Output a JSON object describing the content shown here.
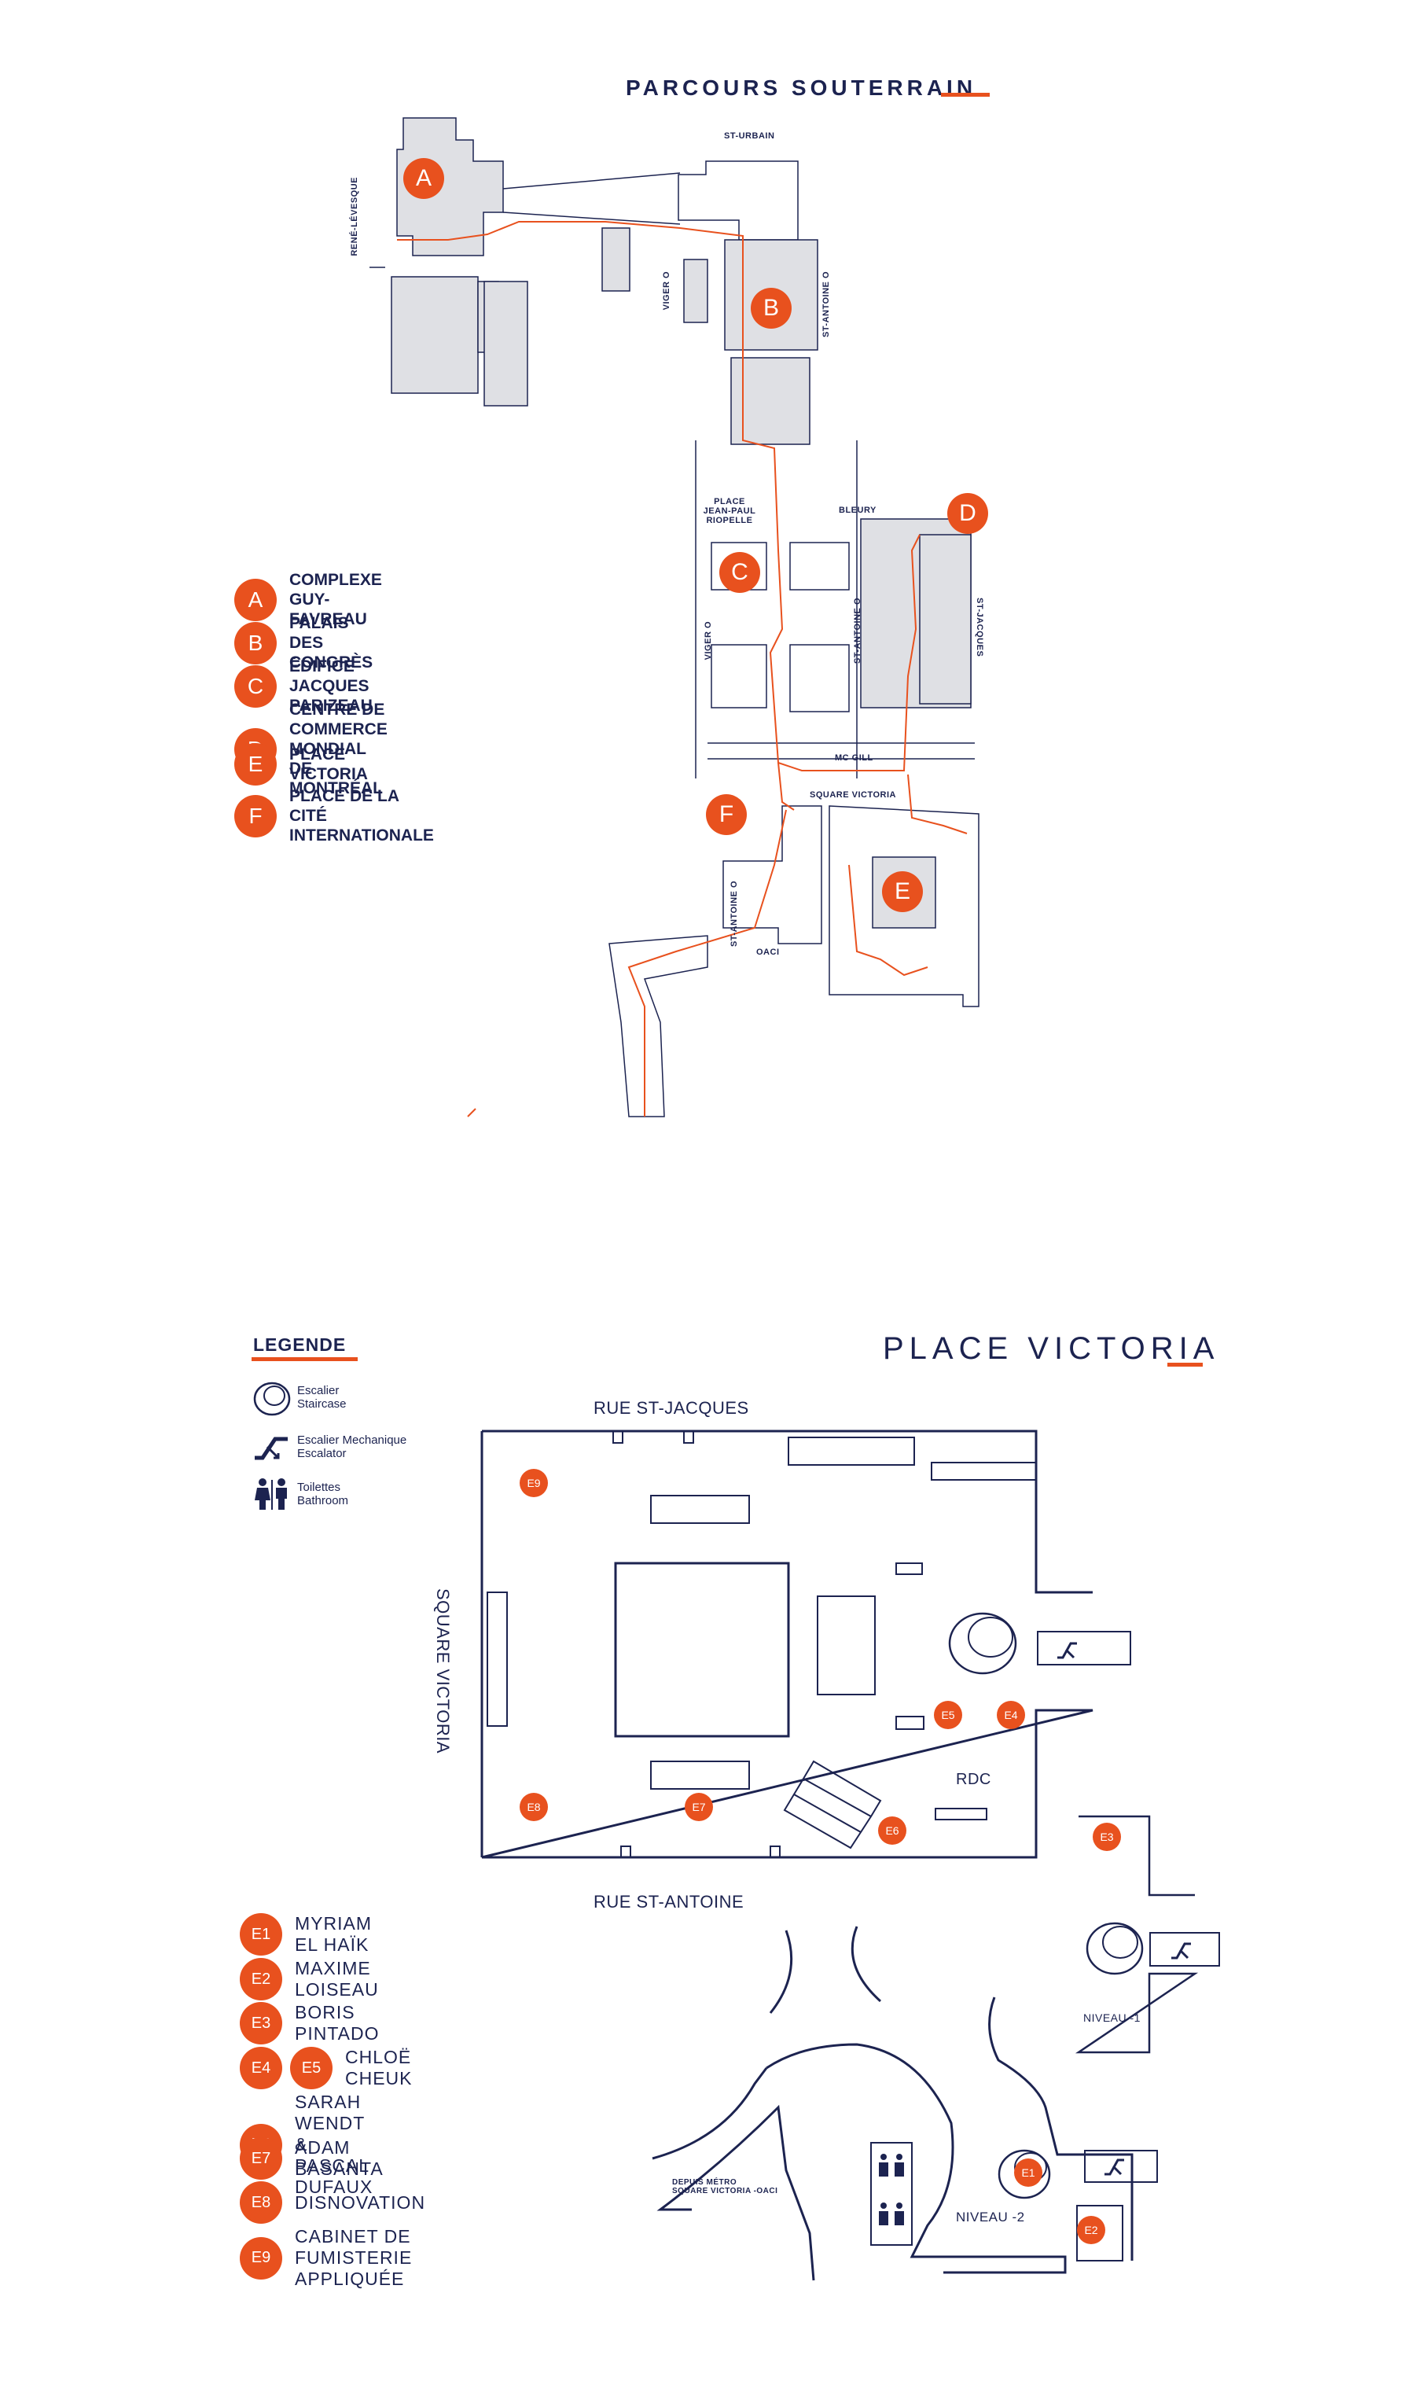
{
  "map1": {
    "title": "PARCOURS SOUTERRAIN",
    "streets": {
      "rene_levesque": "RENÉ-LÉVESQUE",
      "st_urbain": "ST-URBAIN",
      "viger_top": "VIGER O",
      "st_antoine_top": "ST-ANTOINE O",
      "place_jean_paul_1": "PLACE",
      "place_jean_paul_2": "JEAN-PAUL",
      "place_jean_paul_3": "RIOPELLE",
      "bleury": "BLEURY",
      "viger_mid": "VIGER O",
      "st_antoine_mid": "ST-ANTOINE O",
      "st_jacques": "ST-JACQUES",
      "mc_gill": "MC GILL",
      "square_victoria": "SQUARE VICTORIA",
      "st_antoine_low": "ST-ANTOINE O",
      "oaci": "OACI"
    },
    "locations": [
      {
        "letter": "A",
        "name": "COMPLEXE GUY-FAVREAU"
      },
      {
        "letter": "B",
        "name": "PALAIS DES CONGRÈS"
      },
      {
        "letter": "C",
        "name": "ÉDIFICE JACQUES PARIZEAU"
      },
      {
        "letter": "D",
        "name_line1": "CENTRE DE COMMERCE",
        "name_line2": "MONDIAL DE MONTRÉAL"
      },
      {
        "letter": "E",
        "name": "PLACE VICTORIA"
      },
      {
        "letter": "F",
        "name": "PLACE DE LA CITÉ INTERNATIONALE"
      }
    ]
  },
  "map2": {
    "title": "PLACE VICTORIA",
    "legend_title": "LEGENDE",
    "legend": [
      {
        "icon": "staircase-icon",
        "fr": "Escalier",
        "en": "Staircase"
      },
      {
        "icon": "escalator-icon",
        "fr": "Escalier Mechanique",
        "en": "Escalator"
      },
      {
        "icon": "bathroom-icon",
        "fr": "Toilettes",
        "en": "Bathroom"
      }
    ],
    "streets": {
      "rue_st_jacques": "RUE ST-JACQUES",
      "rue_st_antoine": "RUE ST-ANTOINE",
      "square_victoria": "SQUARE VICTORIA",
      "rdc": "RDC",
      "niveau_1": "NIVEAU -1",
      "niveau_2": "NIVEAU -2",
      "depuis_1": "DEPUIS MÉTRO",
      "depuis_2": "SQUARE VICTORIA -OACI"
    },
    "markers": [
      "E1",
      "E2",
      "E3",
      "E4",
      "E5",
      "E6",
      "E7",
      "E8",
      "E9"
    ],
    "artists": [
      {
        "codes": [
          "E1"
        ],
        "name": "MYRIAM EL HAÏK"
      },
      {
        "codes": [
          "E2"
        ],
        "name": "MAXIME LOISEAU"
      },
      {
        "codes": [
          "E3"
        ],
        "name": "BORIS PINTADO"
      },
      {
        "codes": [
          "E4",
          "E5"
        ],
        "name": "CHLOË CHEUK"
      },
      {
        "codes": [
          "E6"
        ],
        "name": "SARAH WENDT & PASCAL DUFAUX"
      },
      {
        "codes": [
          "E7"
        ],
        "name": "ADAM BASANTA"
      },
      {
        "codes": [
          "E8"
        ],
        "name": "DISNOVATION"
      },
      {
        "codes": [
          "E9"
        ],
        "name": "CABINET DE FUMISTERIE APPLIQUÉE"
      }
    ]
  },
  "colors": {
    "accent": "#e8511e",
    "navy": "#1c2350",
    "building": "#dfe0e4"
  }
}
